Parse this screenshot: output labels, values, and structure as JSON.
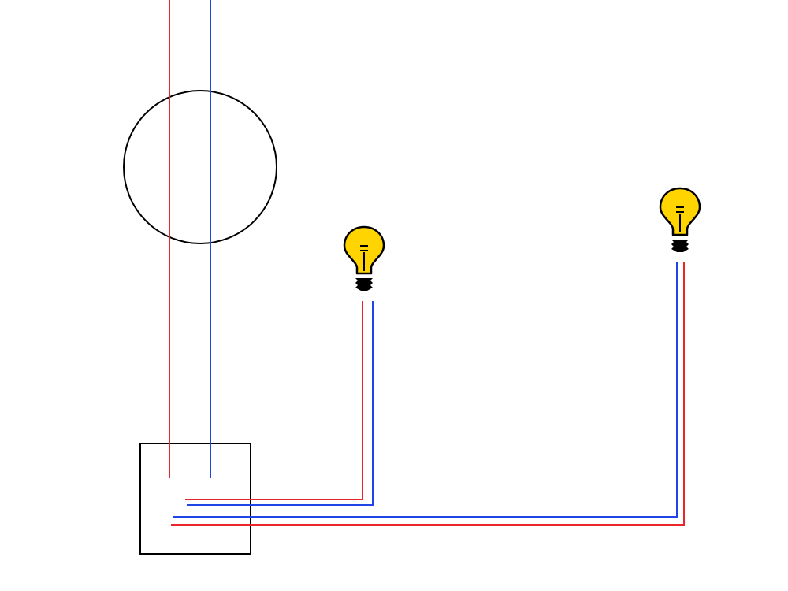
{
  "diagram": {
    "description_visible_text": "",
    "components": {
      "junction_circle": {
        "kind": "circle-outline"
      },
      "switch_box": {
        "kind": "square-outline"
      },
      "lamps": [
        {
          "id": "lamp-1",
          "icon": "light-bulb-icon",
          "fill": "#ffd400"
        },
        {
          "id": "lamp-2",
          "icon": "light-bulb-icon",
          "fill": "#ffd400"
        }
      ]
    },
    "wire_colors": {
      "phase": "#e8262b",
      "neutral": "#1f45e8"
    },
    "colors": {
      "outline": "#000000",
      "bulb_yellow": "#ffd400",
      "background": "#ffffff"
    }
  }
}
